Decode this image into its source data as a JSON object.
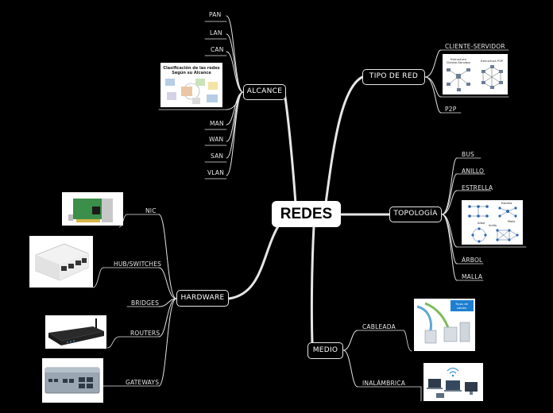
{
  "central": "REDES",
  "topics": {
    "alcance": "ALCANCE",
    "tipo_de_red": "TIPO DE RED",
    "topologia": "TOPOLOGÍA",
    "medio": "MEDIO",
    "hardware": "HARDWARE"
  },
  "alcance_items": [
    "PAN",
    "LAN",
    "CAN",
    "MAN",
    "WAN",
    "SAN",
    "VLAN"
  ],
  "alcance_image": {
    "title_line1": "Clasificación de las redes",
    "title_line2": "Según su Alcance"
  },
  "tipo_items": [
    "CLIENTE-SERVIDOR",
    "P2P"
  ],
  "tipo_image": {
    "left_title_line1": "Estructura",
    "left_title_line2": "Cliente-Servidor",
    "right_title": "Estructura P2P"
  },
  "topologia_items": [
    "BUS",
    "ANILLO",
    "ESTRELLA",
    "ÁRBOL",
    "MALLA"
  ],
  "topologia_image": {
    "labels": [
      "Estrella",
      "Árbol",
      "Anillo",
      "Malla"
    ]
  },
  "medio_items": [
    "CABLEADA",
    "INALÁMBRICA"
  ],
  "medio_image": {
    "cable_caption_line1": "Tipos de",
    "cable_caption_line2": "cables"
  },
  "hardware_items": [
    "NIC",
    "HUB/SWITCHES",
    "BRIDGES",
    "ROUTERS",
    "GATEWAYS"
  ],
  "colors": {
    "background": "#000000",
    "line": "#e6e6e6",
    "text": "#e8e8e8",
    "central_bg": "#ffffff"
  }
}
